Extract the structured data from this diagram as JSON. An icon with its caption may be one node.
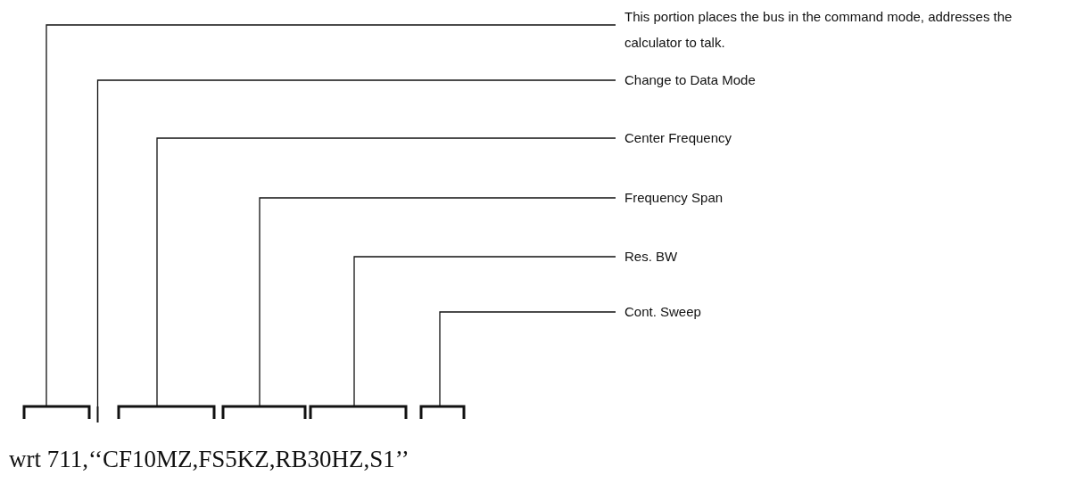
{
  "diagram": {
    "nodes": [
      {
        "text": [
          "This portion places the bus in the command mode, addresses the calculator to talk."
        ]
      },
      {
        "text": [
          "Change to Data Mode"
        ]
      },
      {
        "text": [
          "Center Frequency"
        ]
      },
      {
        "text": [
          "Frequency Span"
        ]
      },
      {
        "text": [
          "Res. BW"
        ]
      },
      {
        "text": [
          "Cont. Sweep"
        ]
      },
      {
        "text": [],
        "shape": "bracket"
      },
      {
        "text": [],
        "shape": "bracket"
      },
      {
        "text": [],
        "shape": "bracket"
      },
      {
        "text": [],
        "shape": "bracket"
      },
      {
        "text": [],
        "shape": "bracket"
      },
      {
        "text": [],
        "shape": "bar"
      }
    ],
    "edges": [
      {
        "from": 0,
        "to": 6,
        "arrow": "none"
      },
      {
        "from": 1,
        "to": 11,
        "arrow": "none"
      },
      {
        "from": 2,
        "to": 7,
        "arrow": "none"
      },
      {
        "from": 3,
        "to": 8,
        "arrow": "none"
      },
      {
        "from": 4,
        "to": 9,
        "arrow": "none"
      },
      {
        "from": 5,
        "to": 10,
        "arrow": "none"
      }
    ],
    "labels": [
      "wrt 711,‘‘CF10MZ,FS5KZ,RB30HZ,S1’’"
    ]
  }
}
